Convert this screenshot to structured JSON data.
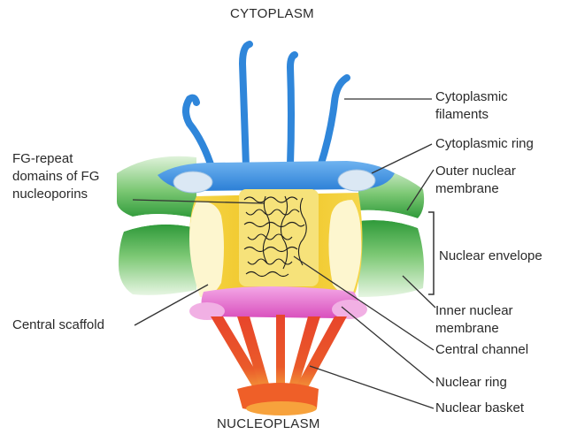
{
  "titles": {
    "top": "CYTOPLASM",
    "bottom": "NUCLEOPLASM"
  },
  "labels": {
    "cyto_filaments": "Cytoplasmic\nfilaments",
    "cyto_ring": "Cytoplasmic ring",
    "outer_membrane": "Outer nuclear\nmembrane",
    "nuclear_envelope": "Nuclear envelope",
    "inner_membrane": "Inner nuclear\nmembrane",
    "central_channel": "Central channel",
    "nuclear_ring": "Nuclear ring",
    "nuclear_basket": "Nuclear basket",
    "fg_repeat": "FG-repeat\ndomains of FG\nnucleoporins",
    "central_scaffold": "Central scaffold"
  },
  "colors": {
    "cytoplasmic_blue": "#3f8fe0",
    "ring_light_blue": "#d6e6f3",
    "membrane_green": "#3aa542",
    "membrane_light": "#eaf6e7",
    "scaffold_yellow": "#f2c62a",
    "channel_yellow": "#f7e47a",
    "nuclear_ring_pink": "#e060c0",
    "basket_red": "#e8452b",
    "basket_orange": "#f07a2a",
    "leader_line": "#333333"
  }
}
